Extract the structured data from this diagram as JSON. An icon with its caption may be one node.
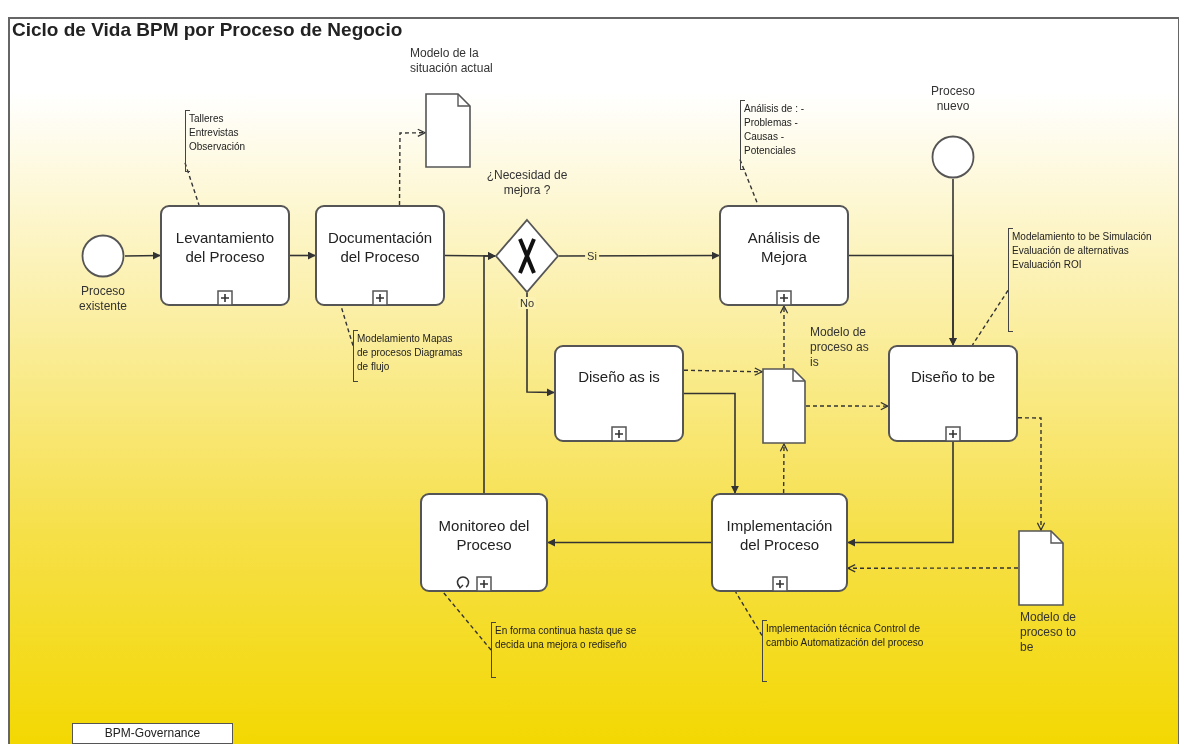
{
  "diagram": {
    "title": "Ciclo de Vida BPM por Proceso de Negocio",
    "nodes": [
      {
        "text": [
          "Proceso existente"
        ]
      },
      {
        "text": [
          "Levantamiento del Proceso"
        ]
      },
      {
        "text": [
          "Documentación del Proceso"
        ]
      },
      {
        "text": [
          "Talleres Entrevistas Observación"
        ]
      },
      {
        "text": [
          "Modelo de la situación actual"
        ]
      },
      {
        "text": [
          "¿Necesidad de mejora ?"
        ]
      },
      {
        "text": [
          "Análisis de Mejora"
        ]
      },
      {
        "text": [
          "Análisis de : - Problemas - Causas - Potenciales"
        ]
      },
      {
        "text": [
          "Proceso nuevo"
        ]
      },
      {
        "text": [
          "Modelamiento to be Simulación Evaluación de alternativas Evaluación ROI"
        ]
      },
      {
        "text": [
          "Modelamiento Mapas de procesos Diagramas de flujo"
        ]
      },
      {
        "text": [
          "Diseño as is"
        ]
      },
      {
        "text": [
          "Modelo de proceso as is"
        ]
      },
      {
        "text": [
          "Diseño to be"
        ]
      },
      {
        "text": [
          "Monitoreo del Proceso"
        ]
      },
      {
        "text": [
          "Implementación del Proceso"
        ]
      },
      {
        "text": [
          "Modelo de proceso to be"
        ]
      },
      {
        "text": [
          "En forma continua hasta que se decida una mejora o rediseño"
        ]
      },
      {
        "text": [
          "Implementación técnica Control de cambio Automatización del proceso"
        ]
      },
      {
        "text": [
          "BPM-Governance"
        ]
      }
    ],
    "edges": [
      {
        "from": 0,
        "to": 1,
        "arrow": "to"
      },
      {
        "from": 1,
        "to": 2,
        "arrow": "to"
      },
      {
        "from": 2,
        "to": 5,
        "arrow": "to"
      },
      {
        "from": 5,
        "to": 6,
        "arrow": "to",
        "label": "Si"
      },
      {
        "from": 5,
        "to": 11,
        "arrow": "to",
        "label": "No"
      },
      {
        "from": 6,
        "to": 13,
        "arrow": "to"
      },
      {
        "from": 8,
        "to": 13,
        "arrow": "to"
      },
      {
        "from": 11,
        "to": 15,
        "arrow": "to"
      },
      {
        "from": 13,
        "to": 15,
        "arrow": "to"
      },
      {
        "from": 15,
        "to": 14,
        "arrow": "to"
      },
      {
        "from": 14,
        "to": 5,
        "arrow": "to"
      },
      {
        "from": 2,
        "to": 4,
        "arrow": "to",
        "style": "dashed"
      },
      {
        "from": 11,
        "to": 12,
        "arrow": "to",
        "style": "dashed"
      },
      {
        "from": 12,
        "to": 13,
        "arrow": "to",
        "style": "dashed"
      },
      {
        "from": 15,
        "to": 12,
        "arrow": "to",
        "style": "dashed"
      },
      {
        "from": 12,
        "to": 6,
        "arrow": "to",
        "style": "dashed"
      },
      {
        "from": 13,
        "to": 16,
        "arrow": "to",
        "style": "dashed"
      },
      {
        "from": 16,
        "to": 15,
        "arrow": "to",
        "style": "dashed"
      },
      {
        "from": 3,
        "to": 1,
        "arrow": "none",
        "style": "dashed"
      },
      {
        "from": 10,
        "to": 2,
        "arrow": "none",
        "style": "dashed"
      },
      {
        "from": 7,
        "to": 6,
        "arrow": "none",
        "style": "dashed"
      },
      {
        "from": 9,
        "to": 13,
        "arrow": "none",
        "style": "dashed"
      },
      {
        "from": 17,
        "to": 14,
        "arrow": "none",
        "style": "dashed"
      },
      {
        "from": 18,
        "to": 15,
        "arrow": "none",
        "style": "dashed"
      }
    ]
  }
}
